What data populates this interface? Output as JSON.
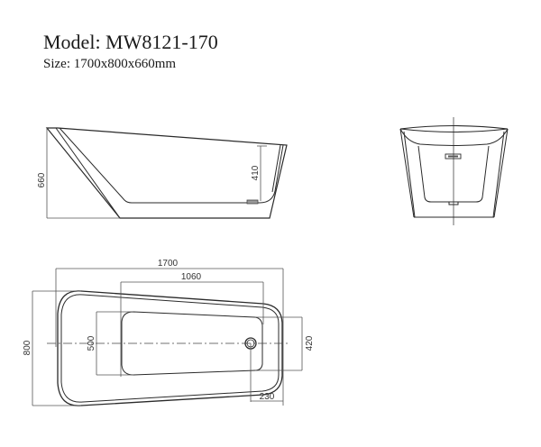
{
  "header": {
    "model": "Model: MW8121-170",
    "size": "Size: 1700x800x660mm"
  },
  "side_view": {
    "height_label": "660",
    "inner_depth_label": "410"
  },
  "plan_view": {
    "length_label": "1700",
    "inner_length_label": "1060",
    "width_label": "800",
    "inner_width_label": "500",
    "drain_width_label": "420",
    "drain_offset_label": "230"
  },
  "colors": {
    "line": "#2a2a2a",
    "dim_line": "#555555",
    "background": "#ffffff"
  }
}
